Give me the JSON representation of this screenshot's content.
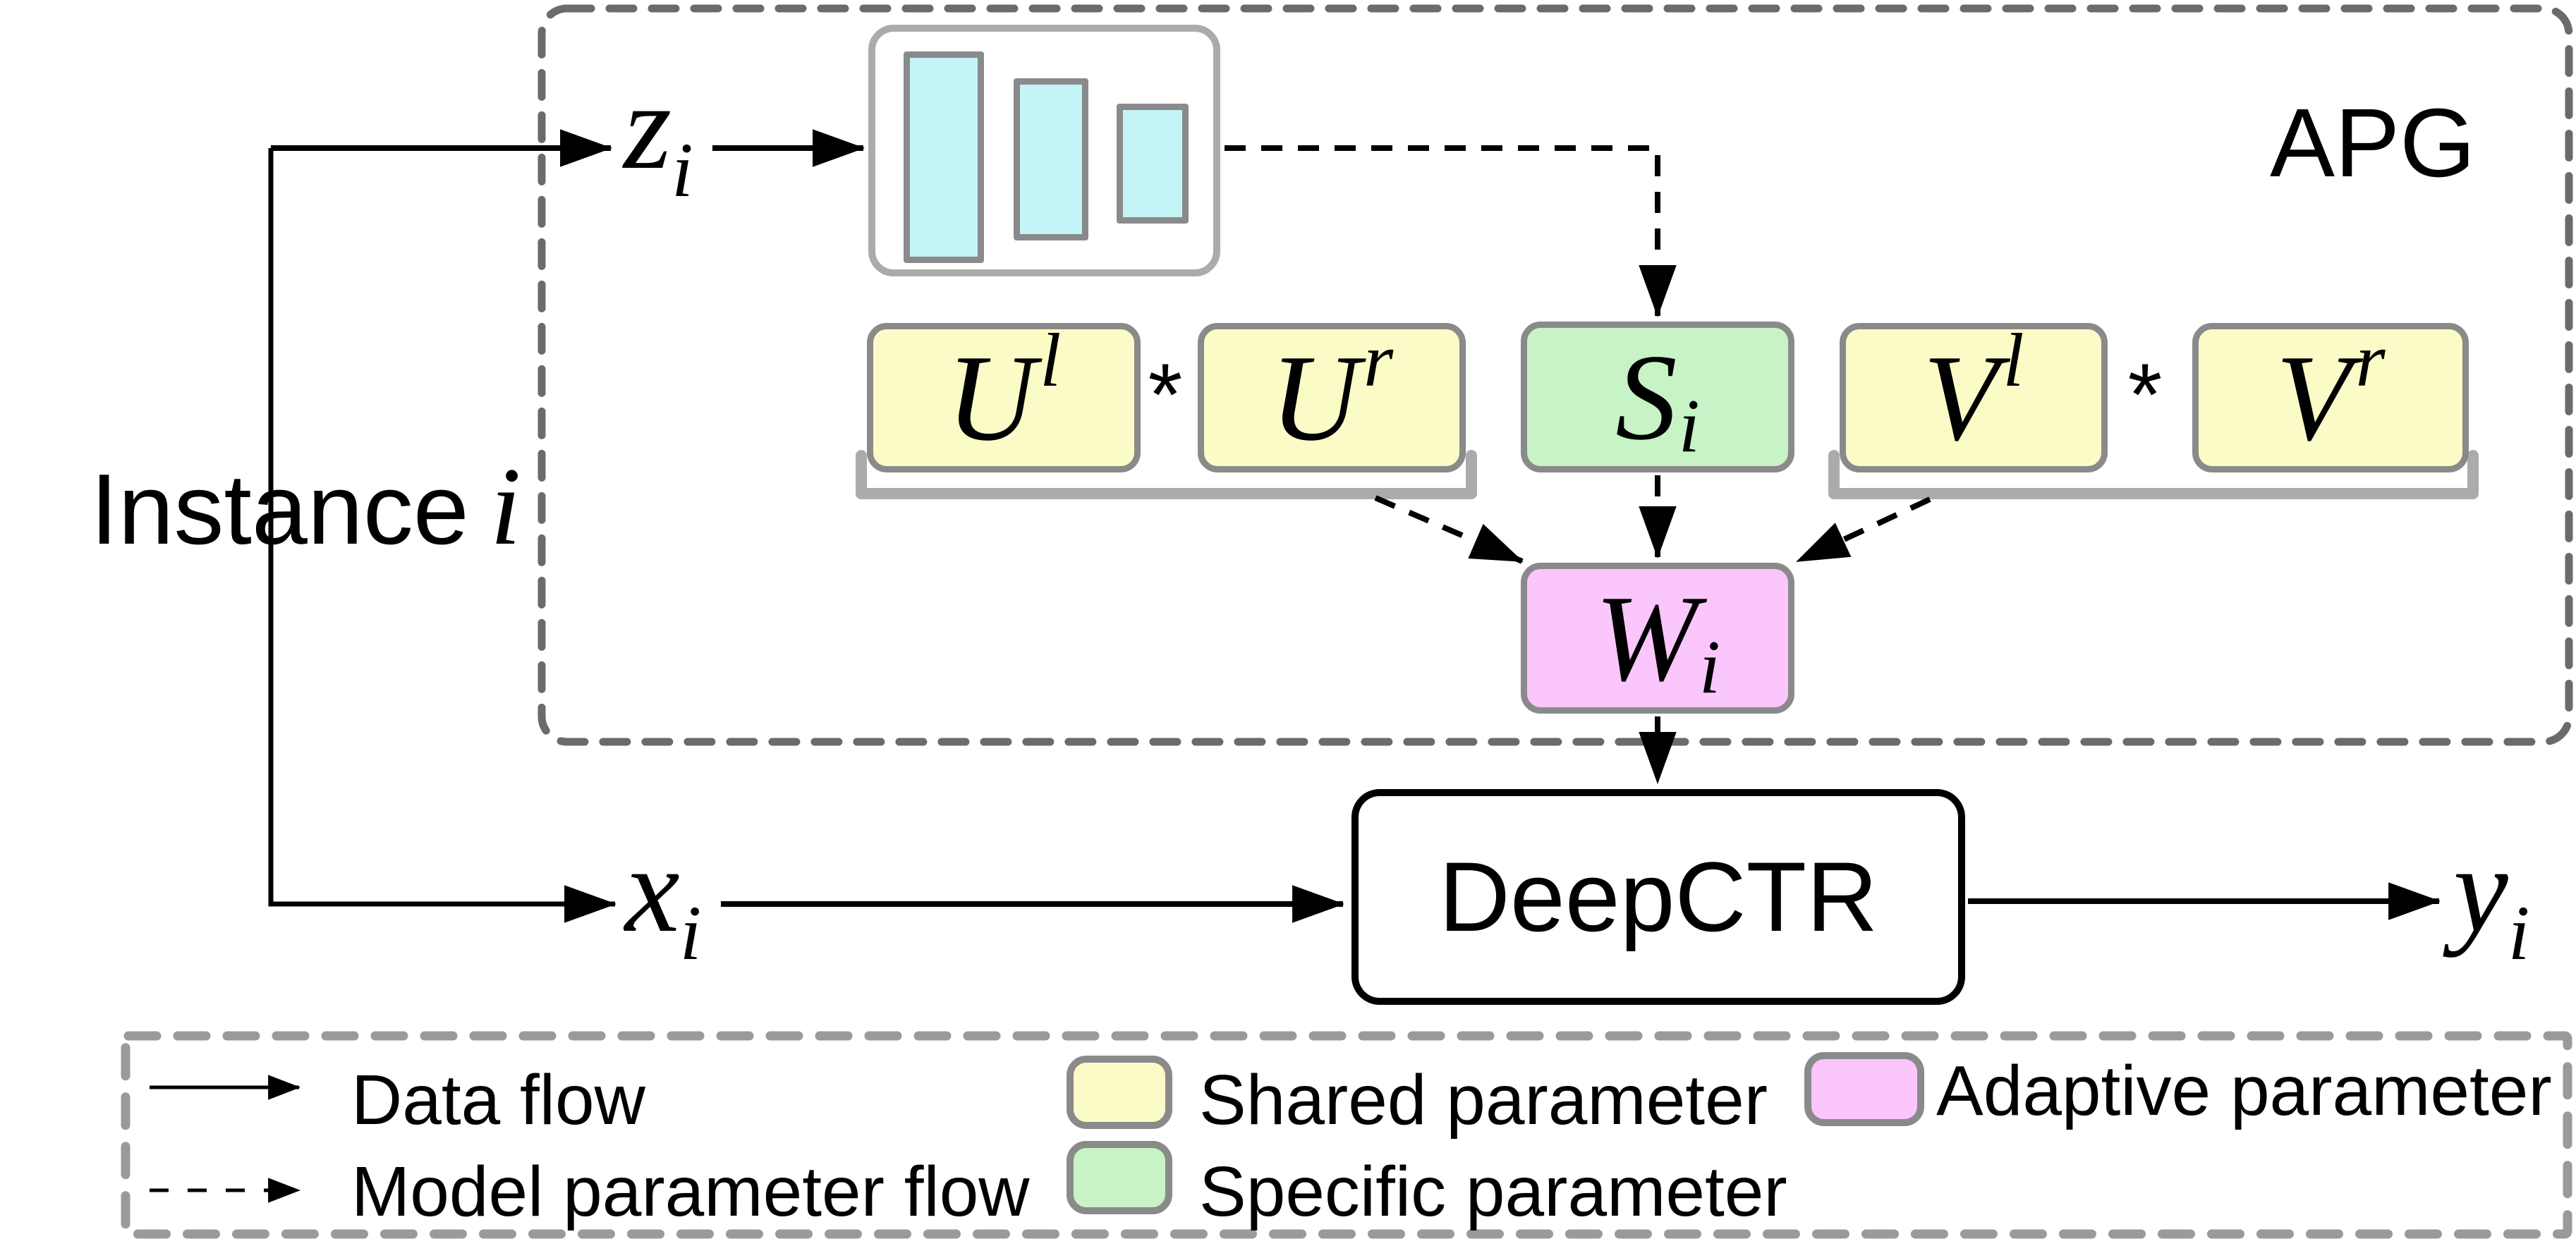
{
  "figure": {
    "apg_label": "APG",
    "instance": {
      "text": "Instance",
      "var": "i"
    },
    "z": {
      "base": "z",
      "sub": "i"
    },
    "x": {
      "base": "x",
      "sub": "i"
    },
    "y": {
      "base": "y",
      "sub": "i"
    },
    "u_left": {
      "base": "U",
      "sup": "l"
    },
    "u_right": {
      "base": "U",
      "sup": "r"
    },
    "s_i": {
      "base": "S",
      "sub": "i"
    },
    "v_left": {
      "base": "V",
      "sup": "l"
    },
    "v_right": {
      "base": "V",
      "sup": "r"
    },
    "w_i": {
      "base": "W",
      "sub": "i"
    },
    "multiply": "*",
    "deepctr_label": "DeepCTR"
  },
  "legend": {
    "data_flow": "Data flow",
    "model_parameter_flow": "Model parameter flow",
    "shared_parameter": "Shared parameter",
    "specific_parameter": "Specific parameter",
    "adaptive_parameter": "Adaptive parameter"
  },
  "colors": {
    "shared_fill": "#FBFBC8",
    "specific_fill": "#C7F3C6",
    "adaptive_fill": "#FBC6FB",
    "embedding_bar_fill": "#C3F4F6",
    "box_border": "#8A8A8A",
    "nn_frame_border": "#ABABAB",
    "apg_frame_dash": "#6B6B6B",
    "legend_frame_dash": "#9A9A9A",
    "bracket": "#ABABAB",
    "flow_line": "#000000"
  }
}
